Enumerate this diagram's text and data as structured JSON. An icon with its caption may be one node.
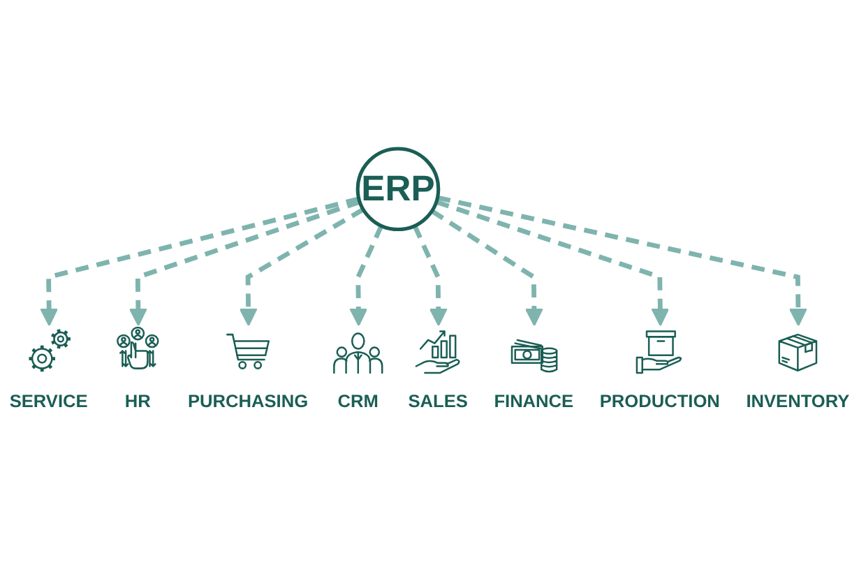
{
  "diagram": {
    "nodes": [
      {
        "text": [
          "ERP"
        ]
      },
      {
        "text": [
          "SERVICE"
        ]
      },
      {
        "text": [
          "HR"
        ]
      },
      {
        "text": [
          "PURCHASING"
        ]
      },
      {
        "text": [
          "CRM"
        ]
      },
      {
        "text": [
          "SALES"
        ]
      },
      {
        "text": [
          "FINANCE"
        ]
      },
      {
        "text": [
          "PRODUCTION"
        ]
      },
      {
        "text": [
          "INVENTORY"
        ]
      }
    ],
    "edges": [
      {
        "from": 0,
        "to": 1,
        "arrow": "to",
        "style": "dashed"
      },
      {
        "from": 0,
        "to": 2,
        "arrow": "to",
        "style": "dashed"
      },
      {
        "from": 0,
        "to": 3,
        "arrow": "to",
        "style": "dashed"
      },
      {
        "from": 0,
        "to": 4,
        "arrow": "to",
        "style": "dashed"
      },
      {
        "from": 0,
        "to": 5,
        "arrow": "to",
        "style": "dashed"
      },
      {
        "from": 0,
        "to": 6,
        "arrow": "to",
        "style": "dashed"
      },
      {
        "from": 0,
        "to": 7,
        "arrow": "to",
        "style": "dashed"
      },
      {
        "from": 0,
        "to": 8,
        "arrow": "to",
        "style": "dashed"
      }
    ]
  }
}
